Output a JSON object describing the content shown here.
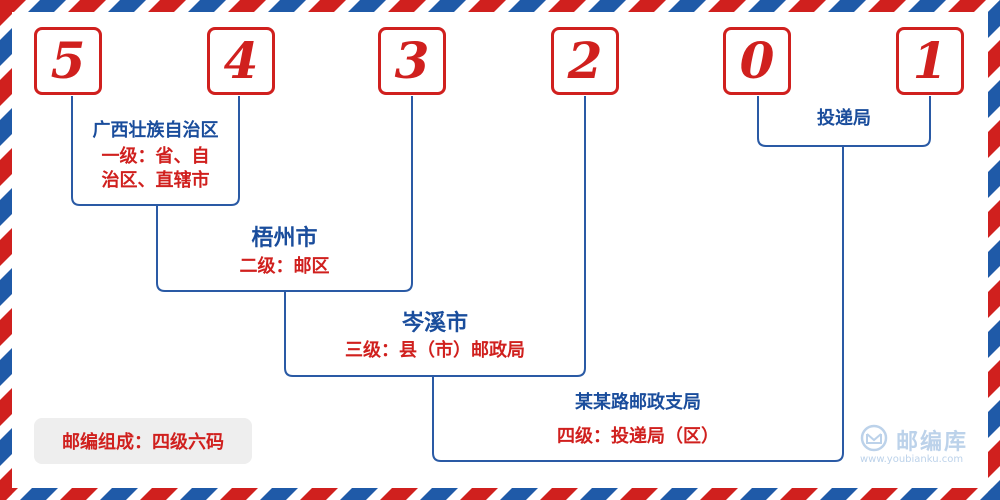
{
  "digits": [
    "5",
    "4",
    "3",
    "2",
    "0",
    "1"
  ],
  "levels": {
    "province": {
      "name": "广西壮族自治区",
      "desc_line1": "一级：省、自",
      "desc_line2": "治区、直辖市"
    },
    "city": {
      "name": "梧州市",
      "desc": "二级：邮区"
    },
    "county": {
      "name": "岑溪市",
      "desc": "三级：县（市）邮政局"
    },
    "office": {
      "name": "某某路邮政支局",
      "desc": "四级：投递局（区）"
    },
    "delivery": {
      "name": "投递局"
    }
  },
  "badge": "邮编组成：四级六码",
  "logo": {
    "text": "邮编库",
    "url": "www.youbianku.com",
    "icon": "envelope-circle-icon"
  },
  "colors": {
    "red": "#d0201e",
    "blue": "#1a4d9c",
    "line": "#2a5aa5"
  }
}
